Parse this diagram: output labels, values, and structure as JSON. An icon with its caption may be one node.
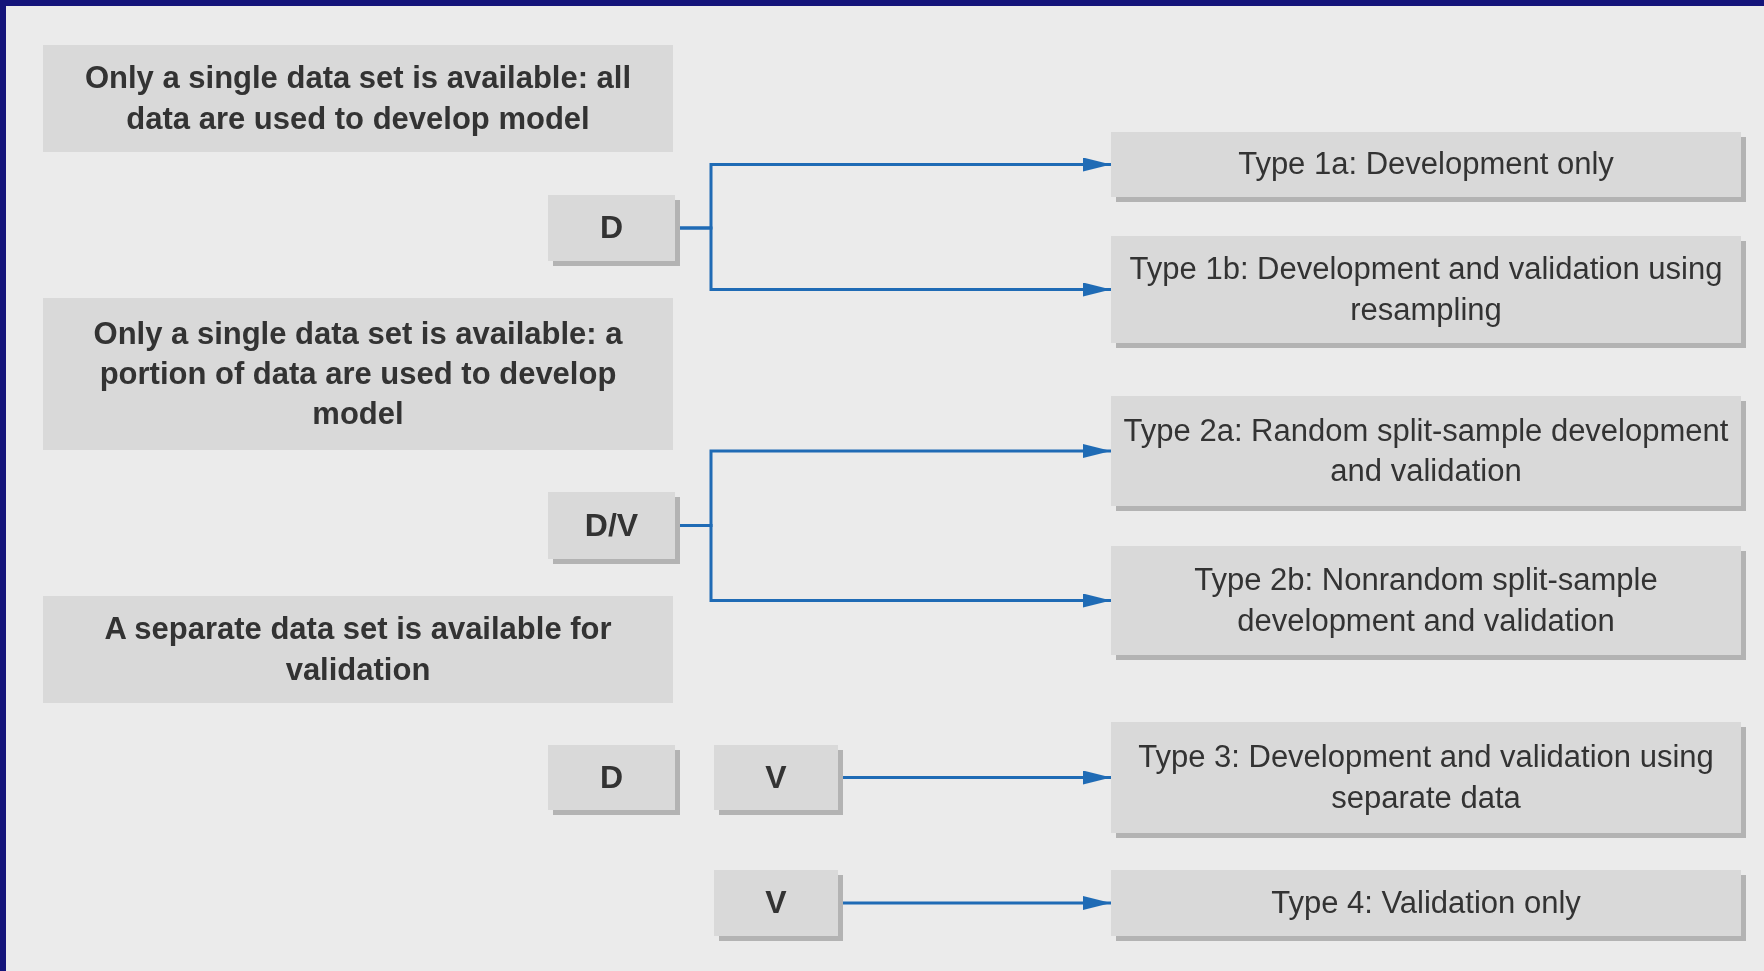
{
  "diagram": {
    "nodes": [
      {
        "text": [
          "Only a single data set is available: all data are used to develop model"
        ]
      },
      {
        "text": [
          "D"
        ]
      },
      {
        "text": [
          "Only a single data set is available: a portion of data are used to develop model"
        ]
      },
      {
        "text": [
          "D/V"
        ]
      },
      {
        "text": [
          "A separate data set is available for validation"
        ]
      },
      {
        "text": [
          "D"
        ]
      },
      {
        "text": [
          "V"
        ]
      },
      {
        "text": [
          "V"
        ]
      },
      {
        "text": [
          "Type 1a: Development only"
        ]
      },
      {
        "text": [
          "Type 1b: Development and validation using resampling"
        ]
      },
      {
        "text": [
          "Type 2a: Random split-sample development and validation"
        ]
      },
      {
        "text": [
          "Type 2b: Nonrandom split-sample development and validation"
        ]
      },
      {
        "text": [
          "Type 3: Development and validation using separate data"
        ]
      },
      {
        "text": [
          "Type 4: Validation only"
        ]
      }
    ],
    "edges": [
      {
        "from": 1,
        "to": 8,
        "arrow": "to"
      },
      {
        "from": 1,
        "to": 9,
        "arrow": "to"
      },
      {
        "from": 3,
        "to": 10,
        "arrow": "to"
      },
      {
        "from": 3,
        "to": 11,
        "arrow": "to"
      },
      {
        "from": 6,
        "to": 12,
        "arrow": "to"
      },
      {
        "from": 7,
        "to": 13,
        "arrow": "to"
      }
    ]
  }
}
